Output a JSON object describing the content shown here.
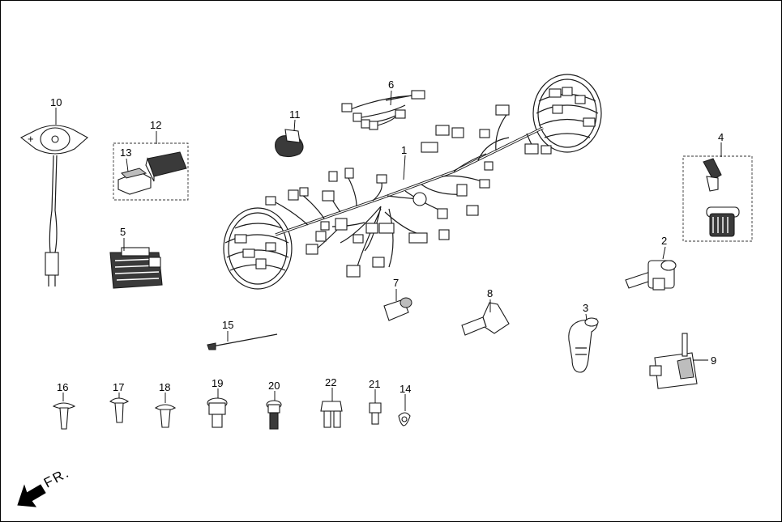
{
  "diagram": {
    "orientation_label": "FR.",
    "callouts": [
      {
        "id": "1",
        "label": "1"
      },
      {
        "id": "2",
        "label": "2"
      },
      {
        "id": "3",
        "label": "3"
      },
      {
        "id": "4",
        "label": "4"
      },
      {
        "id": "5",
        "label": "5"
      },
      {
        "id": "6",
        "label": "6"
      },
      {
        "id": "7",
        "label": "7"
      },
      {
        "id": "8",
        "label": "8"
      },
      {
        "id": "9",
        "label": "9"
      },
      {
        "id": "10",
        "label": "10"
      },
      {
        "id": "11",
        "label": "11"
      },
      {
        "id": "12",
        "label": "12"
      },
      {
        "id": "13",
        "label": "13"
      },
      {
        "id": "14",
        "label": "14"
      },
      {
        "id": "15",
        "label": "15"
      },
      {
        "id": "16",
        "label": "16"
      },
      {
        "id": "17",
        "label": "17"
      },
      {
        "id": "18",
        "label": "18"
      },
      {
        "id": "19",
        "label": "19"
      },
      {
        "id": "20",
        "label": "20"
      },
      {
        "id": "21",
        "label": "21"
      },
      {
        "id": "22",
        "label": "22"
      }
    ]
  }
}
